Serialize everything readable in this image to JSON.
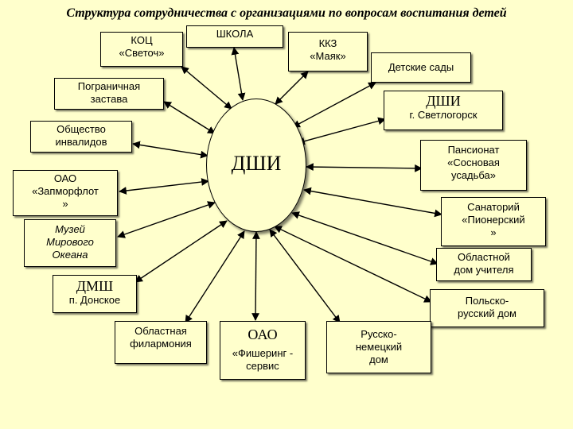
{
  "title": "Структура сотрудничества с организациями по вопросам воспитания детей",
  "center": {
    "label": "ДШИ"
  },
  "nodes": {
    "kots": [
      "КОЦ",
      "«Светоч»"
    ],
    "shkola": [
      "ШКОЛА"
    ],
    "kkz": [
      "ККЗ",
      "«Маяк»"
    ],
    "detskie_sady": [
      "Детские сады"
    ],
    "pogranzastava": [
      "Пограничная",
      "застава"
    ],
    "dshi_svetlogorsk": [
      "ДШИ",
      "г. Светлогорск"
    ],
    "obshchestvo_invalidov": [
      "Общество",
      "инвалидов"
    ],
    "pansionat": [
      "Пансионат",
      "«Сосновая",
      "усадьба»"
    ],
    "zapmorflot": [
      "ОАО",
      "«Запморфлот",
      "»"
    ],
    "sanatoriy": [
      "Санаторий",
      "«Пионерский",
      "»"
    ],
    "muzey": [
      "Музей",
      "Мирового",
      "Океана"
    ],
    "dom_uchitelya": [
      "Областной",
      "дом учителя"
    ],
    "dmsh_donskoe": [
      "ДМШ",
      "п. Донское"
    ],
    "polsko_russkiy": [
      "Польско-",
      "русский дом"
    ],
    "filarmoniya": [
      "Областная",
      "филармония"
    ],
    "fishering": [
      "ОАО",
      "«Фишеринг -",
      "сервис"
    ],
    "russko_nemetskiy": [
      "Русско-",
      "немецкий",
      "дом"
    ]
  }
}
